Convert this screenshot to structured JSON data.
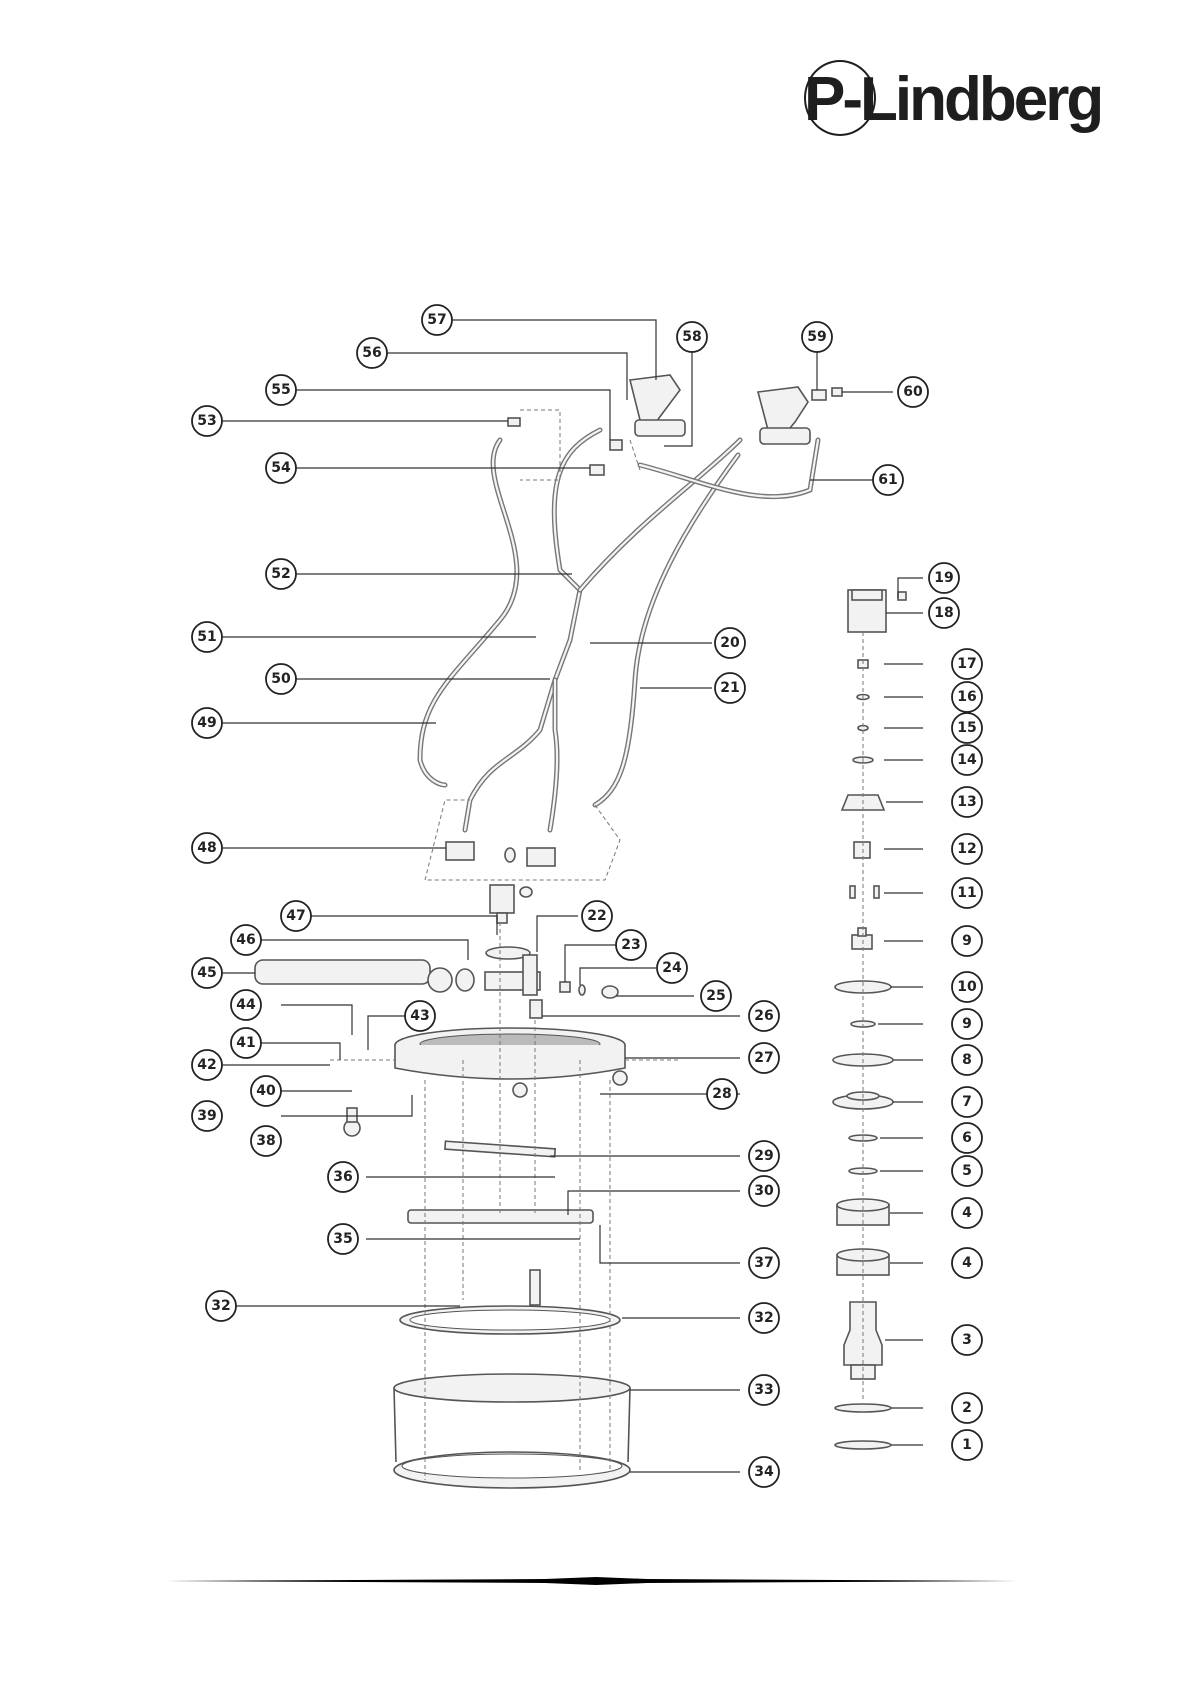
{
  "brand": {
    "logo_text": "P-Lindberg"
  },
  "callouts": {
    "c57": "57",
    "c56": "56",
    "c55": "55",
    "c53": "53",
    "c54": "54",
    "c58": "58",
    "c59": "59",
    "c60": "60",
    "c61": "61",
    "c52": "52",
    "c51": "51",
    "c20": "20",
    "c50": "50",
    "c21": "21",
    "c49": "49",
    "c19": "19",
    "c18": "18",
    "c17": "17",
    "c16": "16",
    "c15": "15",
    "c14": "14",
    "c13": "13",
    "c12": "12",
    "c11": "11",
    "c9a": "9",
    "c10": "10",
    "c9b": "9",
    "c8": "8",
    "c7": "7",
    "c6": "6",
    "c5": "5",
    "c4a": "4",
    "c4b": "4",
    "c3": "3",
    "c2": "2",
    "c1": "1",
    "c48": "48",
    "c47": "47",
    "c22": "22",
    "c46": "46",
    "c23": "23",
    "c45": "45",
    "c24": "24",
    "c25": "25",
    "c44": "44",
    "c43": "43",
    "c26": "26",
    "c41": "41",
    "c42": "42",
    "c27": "27",
    "c40": "40",
    "c28": "28",
    "c39": "39",
    "c38": "38",
    "c29": "29",
    "c36": "36",
    "c30": "30",
    "c35": "35",
    "c37": "37",
    "c32a": "32",
    "c32b": "32",
    "c33": "33",
    "c34": "34"
  },
  "colors": {
    "line": "#333333",
    "part_fill": "#f2f2f2",
    "hose": "#777777"
  }
}
